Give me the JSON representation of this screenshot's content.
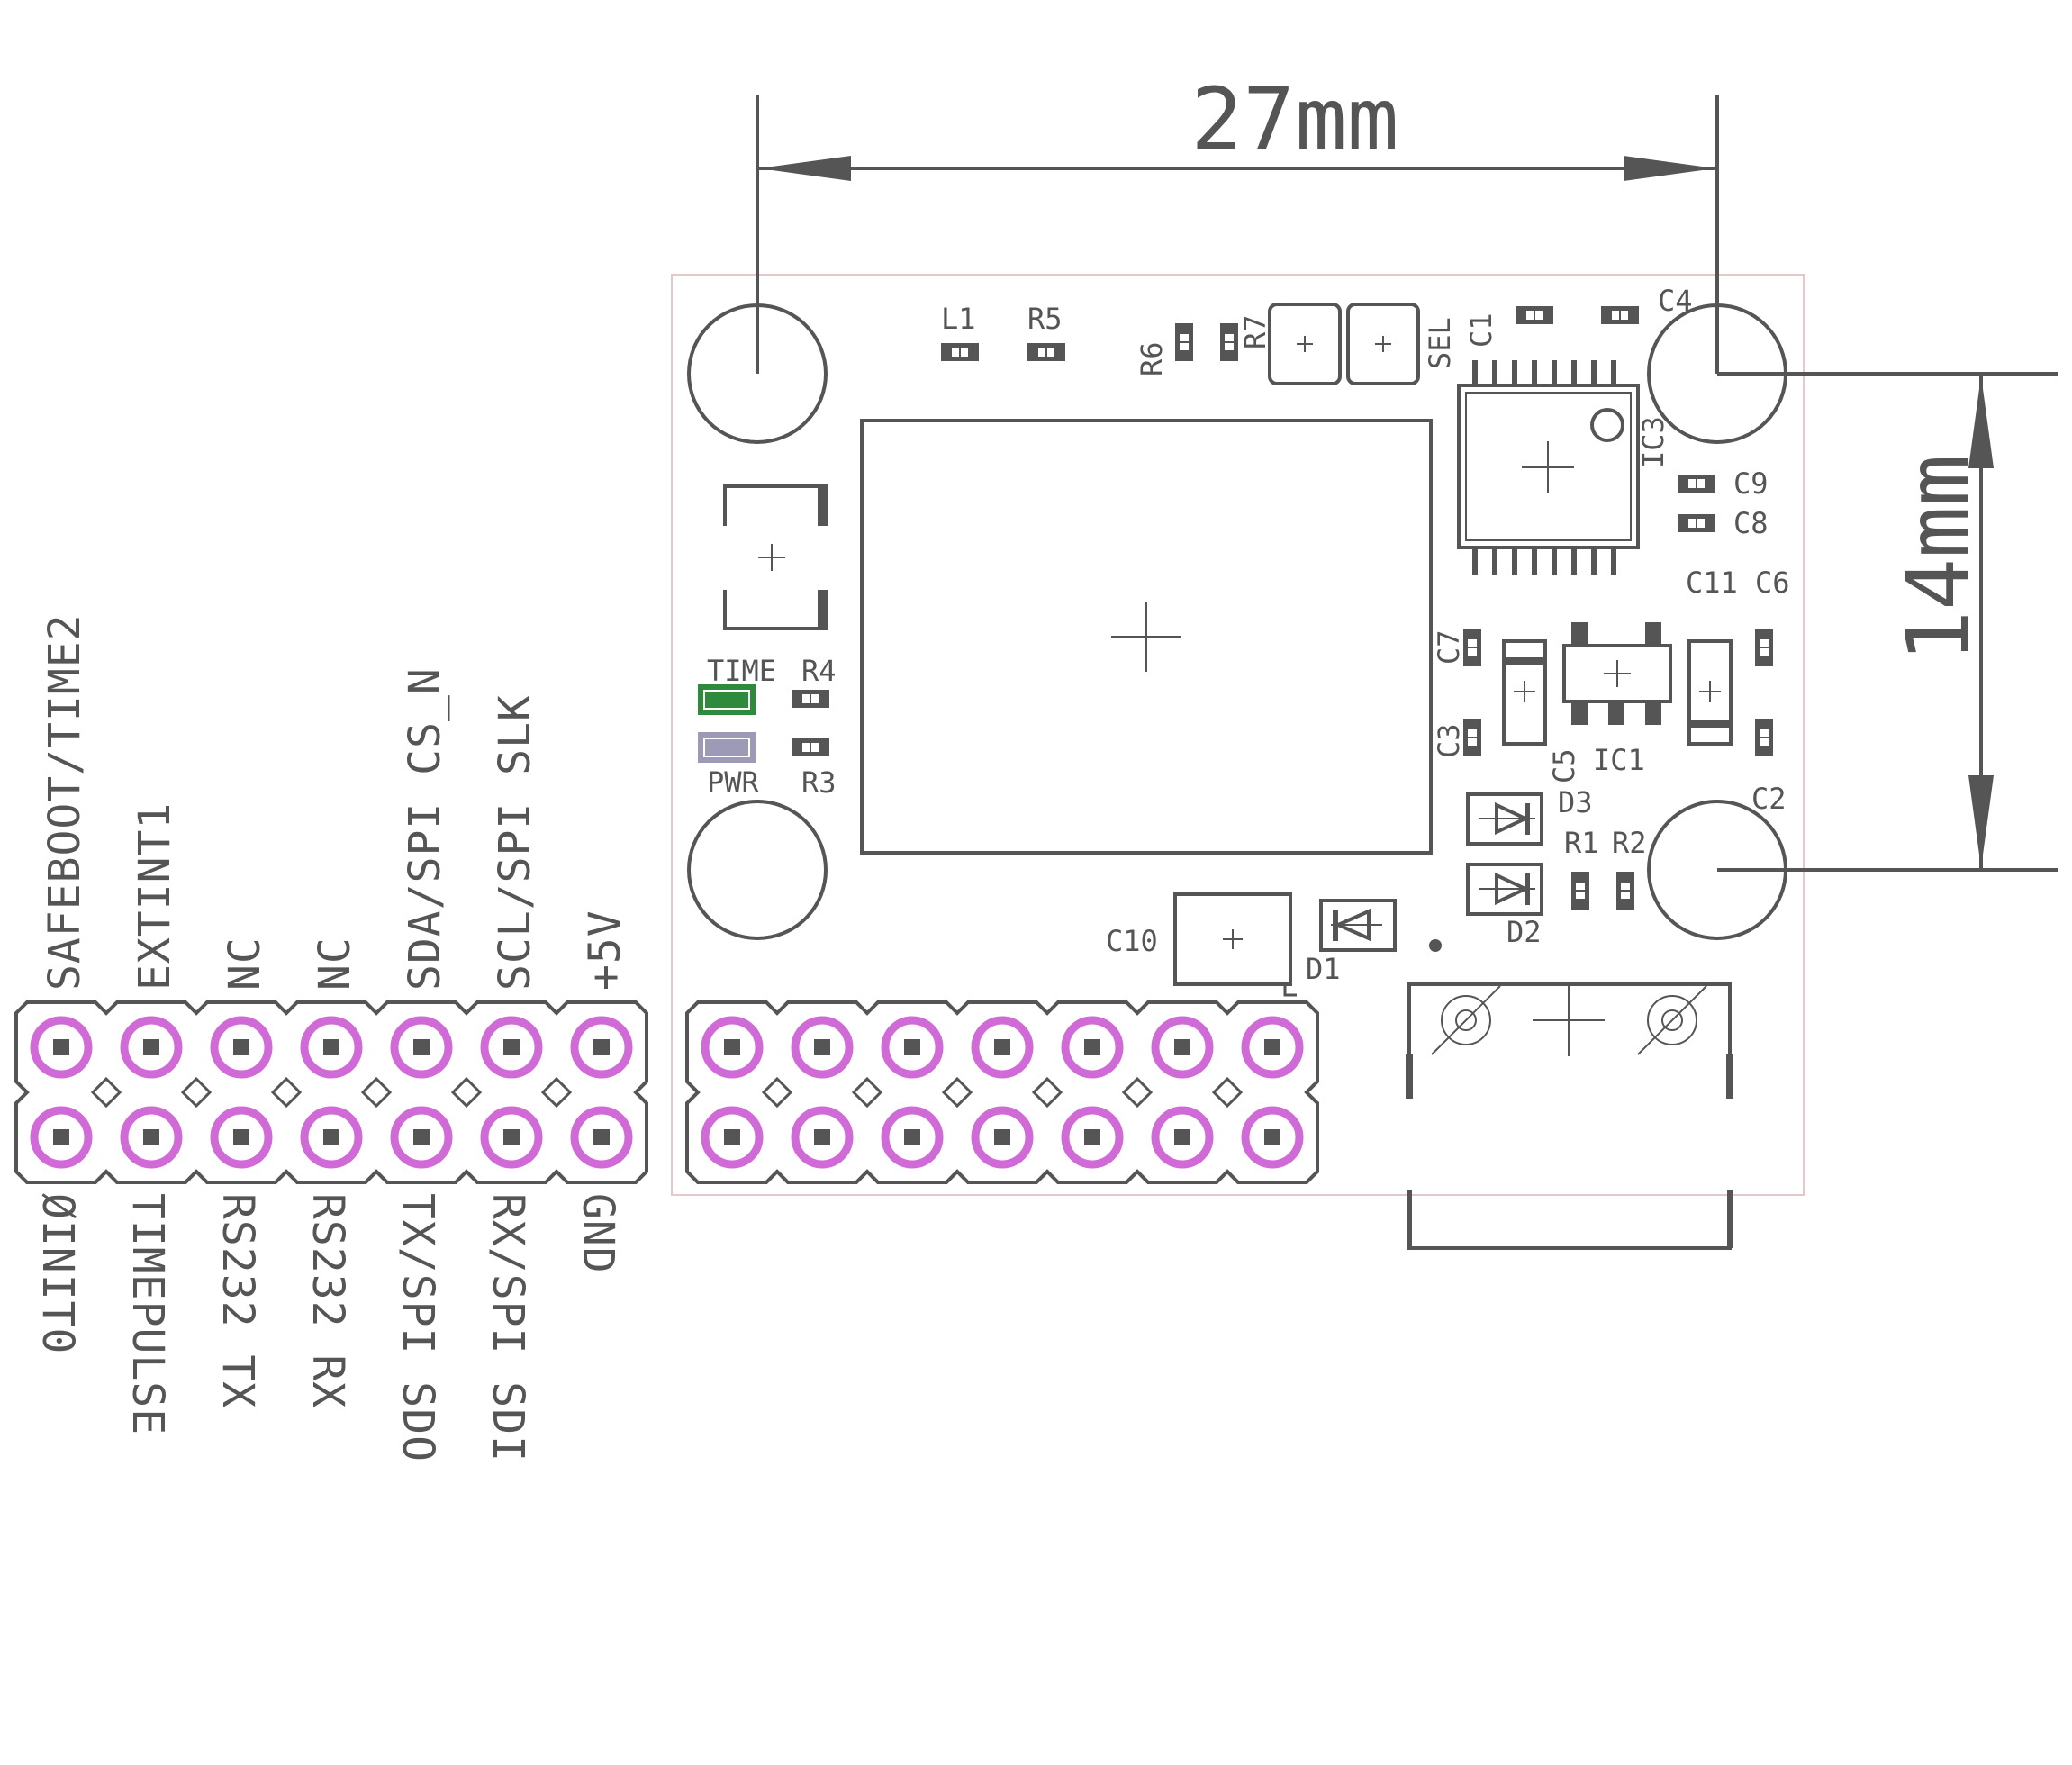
{
  "dimensions": {
    "width": "27mm",
    "height": "14mm"
  },
  "pins_top": [
    "SAFEBOOT/TIME2",
    "EXTINT1",
    "NC",
    "NC",
    "SDA/SPI CS_N",
    "SCL/SPI SLK",
    "+5V"
  ],
  "pins_bottom": [
    "ØINIT0",
    "TIMEPULSE",
    "RS232 TX",
    "RS232 RX",
    "TX/SPI SDO",
    "RX/SPI SDI",
    "GND"
  ],
  "refs": {
    "L1": "L1",
    "R5": "R5",
    "R6": "R6",
    "R7": "R7",
    "SEL": "SEL",
    "C1": "C1",
    "C4": "C4",
    "IC3": "IC3",
    "C9": "C9",
    "C8": "C8",
    "C11": "C11",
    "C6": "C6",
    "C7": "C7",
    "C3": "C3",
    "C5": "C5",
    "IC1": "IC1",
    "D3": "D3",
    "C2": "C2",
    "R1": "R1",
    "R2": "R2",
    "D2": "D2",
    "C10": "C10",
    "D1": "D1",
    "TIME": "TIME",
    "R4": "R4",
    "PWR": "PWR",
    "R3": "R3"
  },
  "colors": {
    "outline": "#555555",
    "pad": "#d06ad6",
    "board_edge": "#e6c8c8",
    "led_time": "#2e8b3c",
    "led_pwr": "#9d9ab8"
  }
}
